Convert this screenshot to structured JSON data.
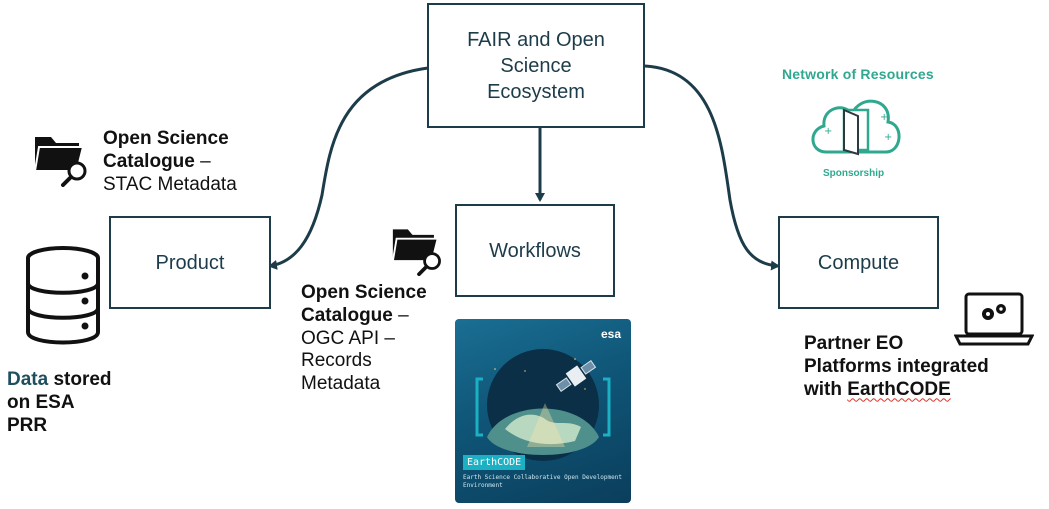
{
  "central_box": {
    "text": "FAIR and Open Science Ecosystem"
  },
  "product_box": {
    "text": "Product"
  },
  "workflows_box": {
    "text": "Workflows"
  },
  "compute_box": {
    "text": "Compute"
  },
  "left_catalogue": {
    "bold": "Open Science Catalogue",
    "dash": " –",
    "rest": "STAC Metadata"
  },
  "mid_catalogue": {
    "bold": "Open Science Catalogue",
    "dash": " –",
    "rest1": "OGC API –",
    "rest2": "Records",
    "rest3": "Metadata"
  },
  "data_label": {
    "accent": "Data",
    "rest1": " stored",
    "rest2": "on ESA",
    "rest3": "PRR"
  },
  "partner_label": {
    "line1": "Partner EO",
    "line2": "Platforms integrated",
    "line3_pre": "with ",
    "line3_word": "EarthCODE"
  },
  "network_logo": {
    "title": "Network of Resources",
    "subtitle": "Sponsorship"
  },
  "earthcode_poster": {
    "brand": "esa",
    "badge": "EarthCODE",
    "tagline": "Earth Science Collaborative Open Development Environment"
  },
  "colors": {
    "box_border": "#1d3c4a",
    "arrow": "#1d3c4a",
    "network_green": "#2fa88f",
    "poster_blue": "#0f5577",
    "accent_text": "#1f4e5f"
  },
  "icons": [
    "folder-search-icon",
    "database-icon",
    "laptop-gears-icon",
    "cloud-door-icon",
    "satellite-icon"
  ]
}
